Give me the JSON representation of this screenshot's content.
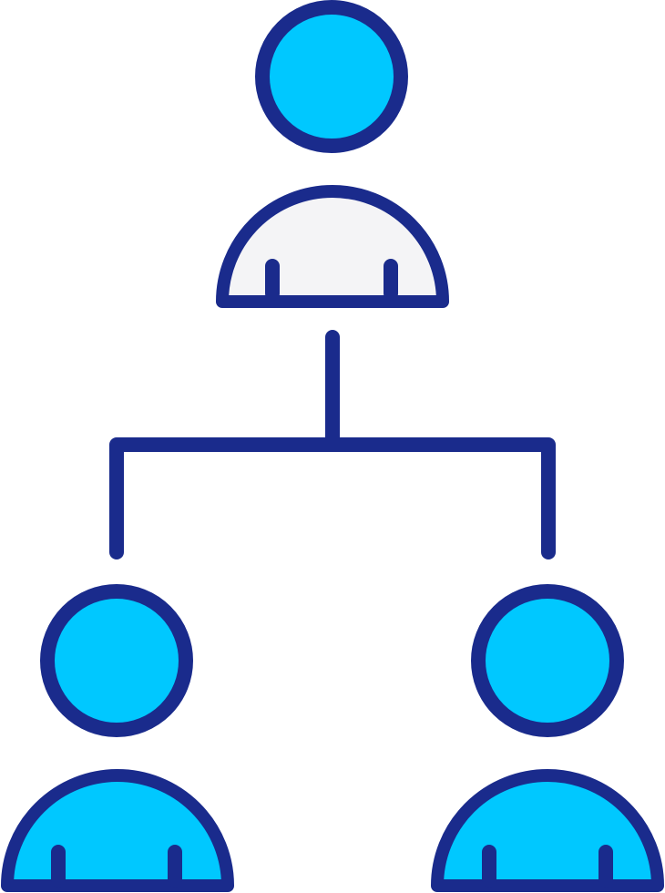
{
  "icon": {
    "name": "hierarchy-icon",
    "colors": {
      "stroke": "#1a2b8c",
      "fill_primary": "#00c8ff",
      "fill_secondary": "#f4f4f6",
      "background": "#ffffff"
    },
    "nodes": [
      {
        "id": "top-person",
        "role": "parent",
        "body_fill": "secondary"
      },
      {
        "id": "left-person",
        "role": "child",
        "body_fill": "primary"
      },
      {
        "id": "right-person",
        "role": "child",
        "body_fill": "primary"
      }
    ]
  }
}
